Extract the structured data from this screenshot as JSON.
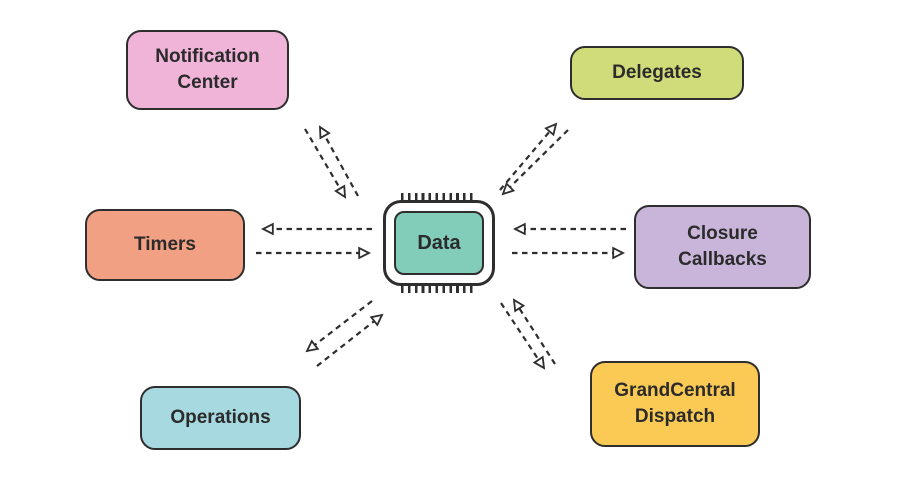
{
  "diagram": {
    "center": {
      "id": "data",
      "label": "Data",
      "fill": "#82ccba"
    },
    "nodes": [
      {
        "id": "notification-center",
        "label": "Notification Center",
        "fill": "#efb4d8"
      },
      {
        "id": "delegates",
        "label": "Delegates",
        "fill": "#d0dc79"
      },
      {
        "id": "timers",
        "label": "Timers",
        "fill": "#f2a083"
      },
      {
        "id": "closure-callbacks",
        "label": "Closure Callbacks",
        "fill": "#c9b5da"
      },
      {
        "id": "operations",
        "label": "Operations",
        "fill": "#a6d9e0"
      },
      {
        "id": "grandcentral-dispatch",
        "label": "GrandCentral Dispatch",
        "fill": "#fbca55"
      }
    ],
    "connections": [
      {
        "from": "data",
        "to": "notification-center",
        "bidirectional": true,
        "style": "dashed"
      },
      {
        "from": "data",
        "to": "delegates",
        "bidirectional": true,
        "style": "dashed"
      },
      {
        "from": "data",
        "to": "timers",
        "bidirectional": true,
        "style": "dashed"
      },
      {
        "from": "data",
        "to": "closure-callbacks",
        "bidirectional": true,
        "style": "dashed"
      },
      {
        "from": "data",
        "to": "operations",
        "bidirectional": true,
        "style": "dashed"
      },
      {
        "from": "data",
        "to": "grandcentral-dispatch",
        "bidirectional": true,
        "style": "dashed"
      }
    ]
  },
  "colors": {
    "outline": "#2e2e2e",
    "background": "#ffffff"
  }
}
